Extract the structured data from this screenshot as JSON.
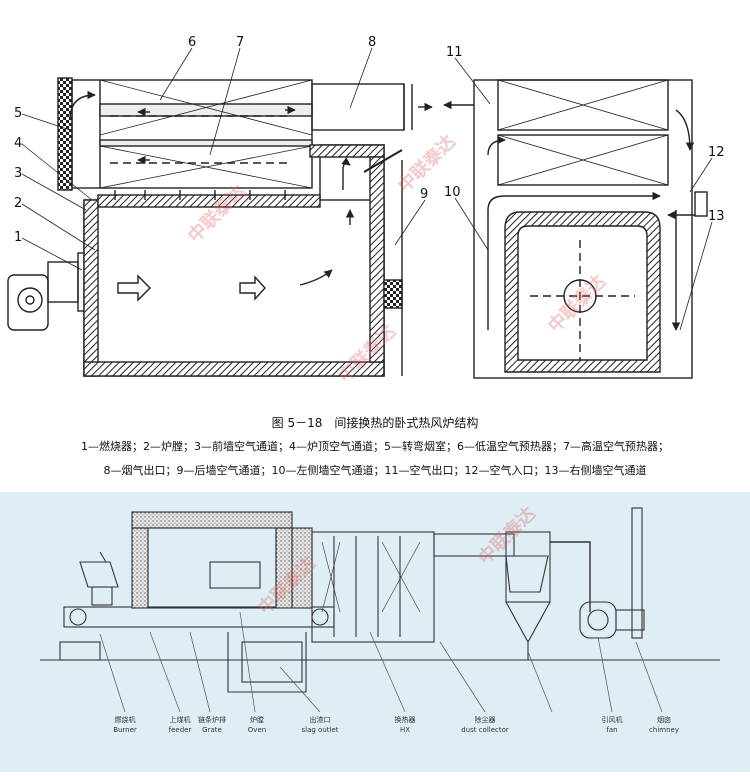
{
  "figure_top": {
    "caption_title": "图 5－18　间接换热的卧式热风炉结构",
    "legend_line1": "1—燃烧器；2—炉膛；3—前墙空气通道；4—炉顶空气通道；5—转弯烟室；6—低温空气预热器；7—高温空气预热器；",
    "legend_line2": "8—烟气出口；9—后墙空气通道；10—左侧墙空气通道；11—空气出口；12—空气入口；13—右侧墙空气通道",
    "callouts": [
      "1",
      "2",
      "3",
      "4",
      "5",
      "6",
      "7",
      "8",
      "9",
      "10",
      "11",
      "12",
      "13"
    ]
  },
  "figure_bottom": {
    "labels": [
      {
        "cn": "燃烧机",
        "en": "Burner"
      },
      {
        "cn": "上煤机",
        "en": "feeder"
      },
      {
        "cn": "链条炉排",
        "en": "Grate"
      },
      {
        "cn": "炉膛",
        "en": "Oven"
      },
      {
        "cn": "出渣口",
        "en": "slag outlet"
      },
      {
        "cn": "换热器",
        "en": "HX"
      },
      {
        "cn": "除尘器",
        "en": "dust collector"
      },
      {
        "cn": "引风机",
        "en": "fan"
      },
      {
        "cn": "烟囱",
        "en": "chimney"
      }
    ]
  },
  "watermark": "中联泰达"
}
